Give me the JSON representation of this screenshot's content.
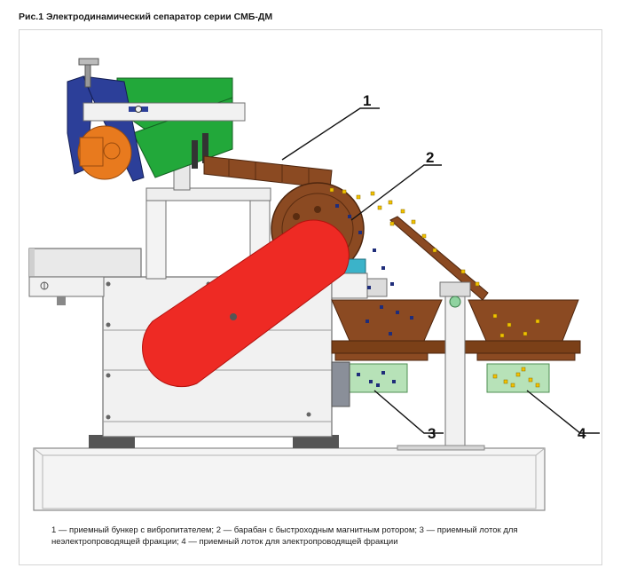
{
  "figure": {
    "title": "Рис.1  Электродинамический сепаратор серии СМБ-ДМ",
    "caption": "1 — приемный бункер с вибропитателем; 2 — барабан с быстроходным магнитным ротором; 3 — приемный лоток для неэлектропроводящей фракции; 4 — приемный лоток для электропроводящей фракции"
  },
  "callouts": [
    {
      "id": "1",
      "label": "1"
    },
    {
      "id": "2",
      "label": "2"
    },
    {
      "id": "3",
      "label": "3"
    },
    {
      "id": "4",
      "label": "4"
    }
  ],
  "colors": {
    "frame_grey": "#f0f0f0",
    "red_arm": "#ee2a24",
    "brown": "#8b4a22",
    "orange": "#e87a1e",
    "green": "#22a83a",
    "blue": "#2c3f99",
    "tray_green": "#b7e2b8",
    "cyan": "#3bb3c9",
    "gold": "#f2c200",
    "navy": "#1f2d7a"
  }
}
